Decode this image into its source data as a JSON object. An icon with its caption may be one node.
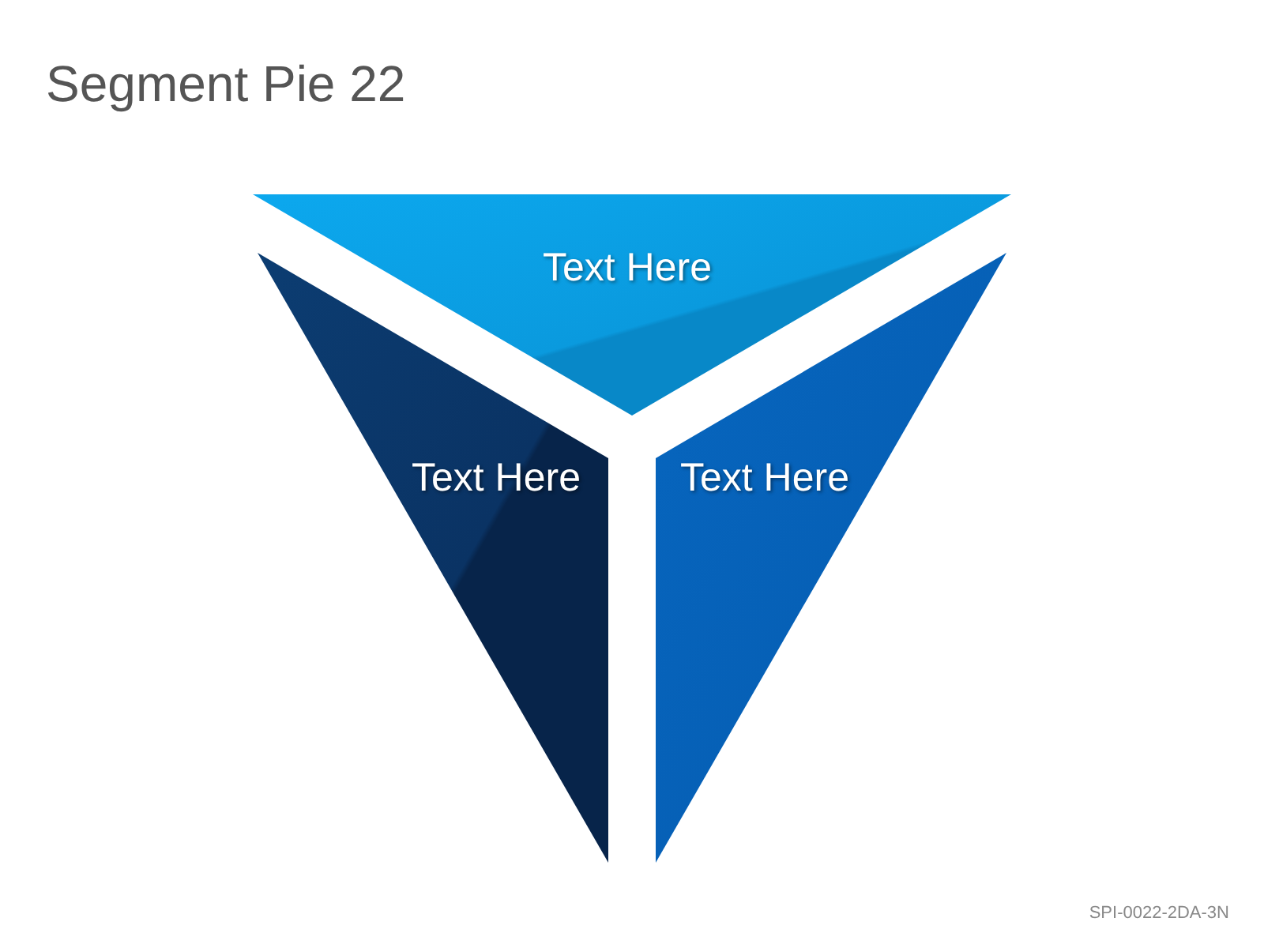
{
  "diagram": {
    "title": "Segment Pie 22",
    "nodes": [
      {
        "text": [
          "Text Here"
        ]
      },
      {
        "text": [
          "Text Here"
        ]
      },
      {
        "text": [
          "Text Here"
        ]
      }
    ],
    "labels": [
      "SPI-0022-2DA-3N"
    ]
  }
}
